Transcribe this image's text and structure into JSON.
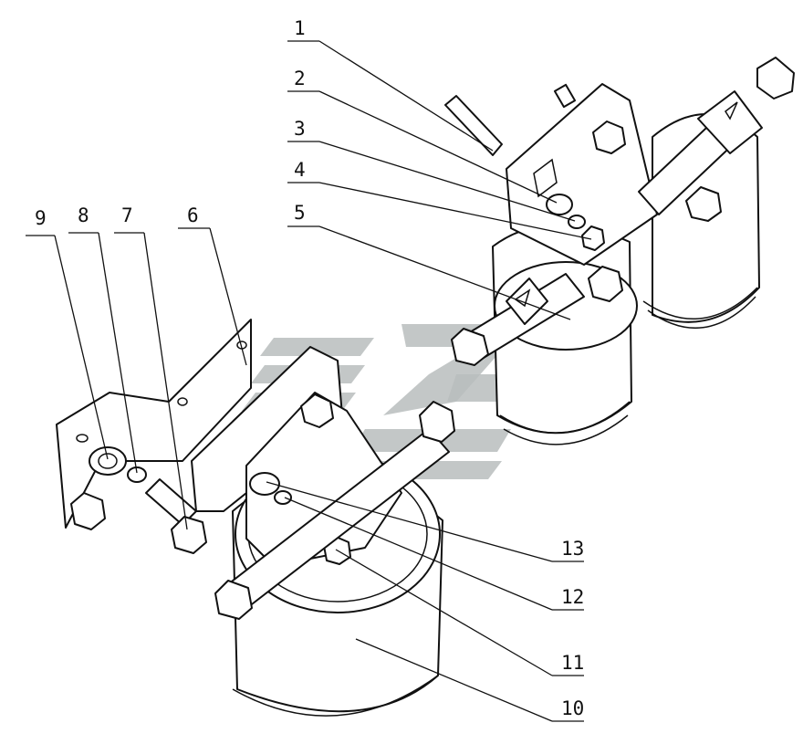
{
  "callouts": [
    {
      "id": "1",
      "label": "1"
    },
    {
      "id": "2",
      "label": "2"
    },
    {
      "id": "3",
      "label": "3"
    },
    {
      "id": "4",
      "label": "4"
    },
    {
      "id": "5",
      "label": "5"
    },
    {
      "id": "6",
      "label": "6"
    },
    {
      "id": "7",
      "label": "7"
    },
    {
      "id": "8",
      "label": "8"
    },
    {
      "id": "9",
      "label": "9"
    },
    {
      "id": "10",
      "label": "10"
    },
    {
      "id": "11",
      "label": "11"
    },
    {
      "id": "12",
      "label": "12"
    },
    {
      "id": "13",
      "label": "13"
    }
  ],
  "colors": {
    "line": "#111111",
    "watermark": "#b8bdbd",
    "background": "#ffffff"
  }
}
